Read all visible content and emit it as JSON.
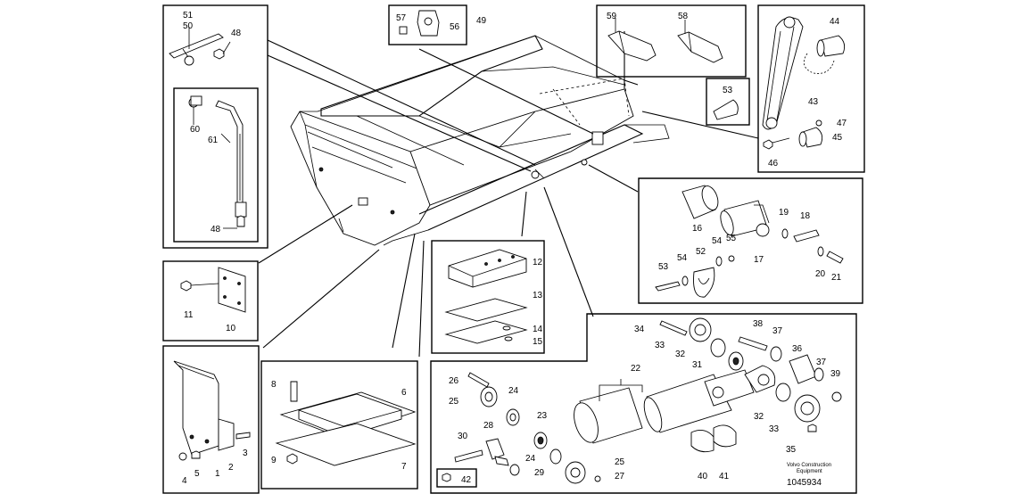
{
  "callouts": {
    "c1": "1",
    "c2": "2",
    "c3": "3",
    "c4": "4",
    "c5": "5",
    "c6": "6",
    "c7": "7",
    "c8": "8",
    "c9": "9",
    "c10": "10",
    "c11": "11",
    "c12": "12",
    "c13": "13",
    "c14": "14",
    "c15": "15",
    "c16": "16",
    "c17": "17",
    "c18": "18",
    "c19": "19",
    "c20": "20",
    "c21": "21",
    "c22": "22",
    "c23": "23",
    "c24a": "24",
    "c24b": "24",
    "c25a": "25",
    "c25b": "25",
    "c26": "26",
    "c27": "27",
    "c28": "28",
    "c29": "29",
    "c30": "30",
    "c31": "31",
    "c32a": "32",
    "c32b": "32",
    "c33a": "33",
    "c33b": "33",
    "c34": "34",
    "c35": "35",
    "c36": "36",
    "c37a": "37",
    "c37b": "37",
    "c38": "38",
    "c39": "39",
    "c40": "40",
    "c41": "41",
    "c42": "42",
    "c43": "43",
    "c44": "44",
    "c45": "45",
    "c46": "46",
    "c47": "47",
    "c48a": "48",
    "c48b": "48",
    "c49": "49",
    "c50": "50",
    "c51": "51",
    "c52": "52",
    "c53a": "53",
    "c53b": "53",
    "c54a": "54",
    "c54b": "54",
    "c55": "55",
    "c56": "56",
    "c57": "57",
    "c58": "58",
    "c59": "59",
    "c60": "60",
    "c61": "61"
  },
  "footer": {
    "company_line1": "Volvo Construction",
    "company_line2": "Equipment",
    "drawing_id": "1045934"
  }
}
